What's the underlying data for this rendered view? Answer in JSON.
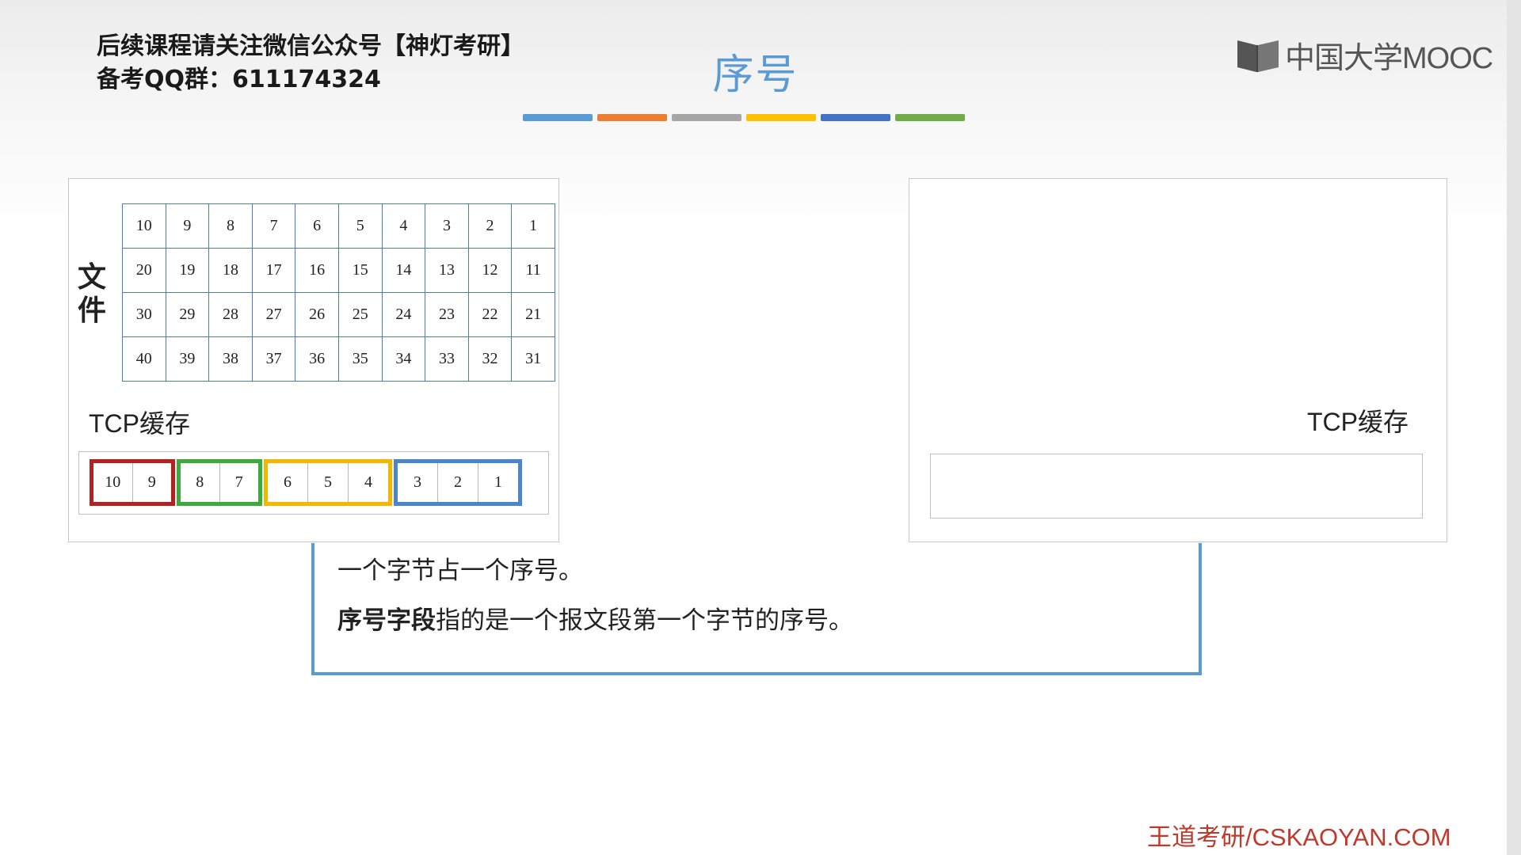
{
  "promo": {
    "line1": "后续课程请关注微信公众号【神灯考研】",
    "line2": "备考QQ群：611174324"
  },
  "title": "序号",
  "color_bar": [
    "#5b9bd5",
    "#ed7d31",
    "#a5a5a5",
    "#ffc000",
    "#4472c4",
    "#70ad47"
  ],
  "logo": {
    "text": "中国大学MOOC",
    "icon": "mooc-book-icon"
  },
  "sender": {
    "file_label": "文件",
    "file_rows": [
      [
        "10",
        "9",
        "8",
        "7",
        "6",
        "5",
        "4",
        "3",
        "2",
        "1"
      ],
      [
        "20",
        "19",
        "18",
        "17",
        "16",
        "15",
        "14",
        "13",
        "12",
        "11"
      ],
      [
        "30",
        "29",
        "28",
        "27",
        "26",
        "25",
        "24",
        "23",
        "22",
        "21"
      ],
      [
        "40",
        "39",
        "38",
        "37",
        "36",
        "35",
        "34",
        "33",
        "32",
        "31"
      ]
    ],
    "buffer_label": "TCP缓存",
    "segments": [
      {
        "color": "#b22222",
        "cells": [
          "10",
          "9"
        ]
      },
      {
        "color": "#3caa3c",
        "cells": [
          "8",
          "7"
        ]
      },
      {
        "color": "#f2b800",
        "cells": [
          "6",
          "5",
          "4"
        ]
      },
      {
        "color": "#4a86c8",
        "cells": [
          "3",
          "2",
          "1"
        ]
      }
    ]
  },
  "receiver": {
    "buffer_label": "TCP缓存"
  },
  "notes": {
    "line1": "一个字节占一个序号。",
    "line2_bold": "序号字段",
    "line2_rest": "指的是一个报文段第一个字节的序号。"
  },
  "footer": "王道考研/CSKAOYAN.COM"
}
